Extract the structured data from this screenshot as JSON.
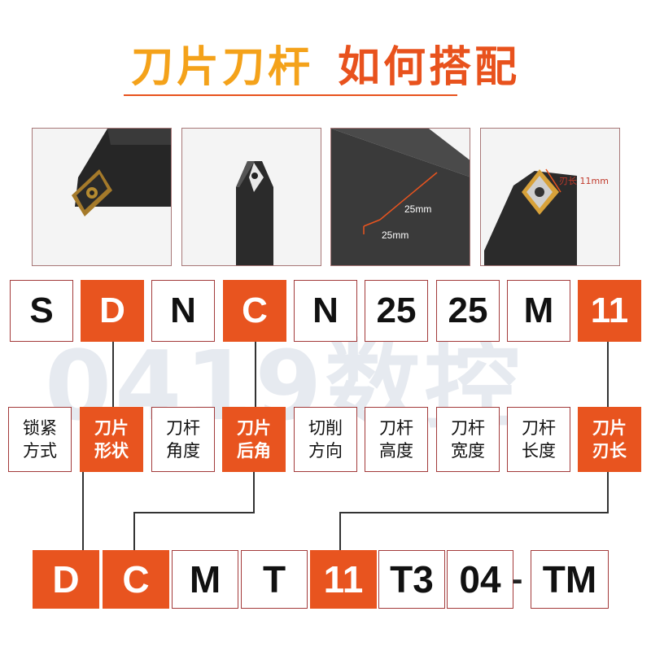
{
  "title": {
    "part1": "刀片刀杆",
    "part2": "如何搭配"
  },
  "photos": {
    "dim_height": "25mm",
    "dim_width": "25mm",
    "edge_length": "刃长 11mm"
  },
  "code": [
    {
      "char": "S",
      "highlight": false
    },
    {
      "char": "D",
      "highlight": true
    },
    {
      "char": "N",
      "highlight": false
    },
    {
      "char": "C",
      "highlight": true
    },
    {
      "char": "N",
      "highlight": false
    },
    {
      "char": "25",
      "highlight": false
    },
    {
      "char": "25",
      "highlight": false
    },
    {
      "char": "M",
      "highlight": false
    },
    {
      "char": "11",
      "highlight": true
    }
  ],
  "labels": [
    {
      "l1": "锁紧",
      "l2": "方式",
      "highlight": false
    },
    {
      "l1": "刀片",
      "l2": "形状",
      "highlight": true
    },
    {
      "l1": "刀杆",
      "l2": "角度",
      "highlight": false
    },
    {
      "l1": "刀片",
      "l2": "后角",
      "highlight": true
    },
    {
      "l1": "切削",
      "l2": "方向",
      "highlight": false
    },
    {
      "l1": "刀杆",
      "l2": "高度",
      "highlight": false
    },
    {
      "l1": "刀杆",
      "l2": "宽度",
      "highlight": false
    },
    {
      "l1": "刀杆",
      "l2": "长度",
      "highlight": false
    },
    {
      "l1": "刀片",
      "l2": "刃长",
      "highlight": true
    }
  ],
  "insert_code": [
    {
      "char": "D",
      "highlight": true
    },
    {
      "char": "C",
      "highlight": true
    },
    {
      "char": "M",
      "highlight": false
    },
    {
      "char": "T",
      "highlight": false
    },
    {
      "char": "11",
      "highlight": true
    },
    {
      "char": "T3",
      "highlight": false
    },
    {
      "char": "04",
      "highlight": false
    },
    {
      "char": "TM",
      "highlight": false
    }
  ],
  "separator": "-",
  "watermark": "0419数控",
  "colors": {
    "accent": "#e8541f",
    "title_gold": "#f4a21a",
    "border": "#a33a3a"
  }
}
